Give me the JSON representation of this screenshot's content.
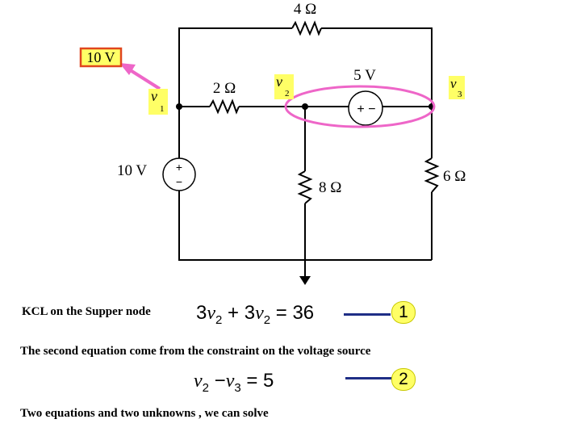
{
  "resistors": {
    "r_top": "4 Ω",
    "r_left": "2 Ω",
    "r_mid": "8 Ω",
    "r_right": "6 Ω"
  },
  "sources": {
    "vs_left": "10 V",
    "vs_middle": "5 V",
    "vs_middle_polarity": "+ −"
  },
  "annotation": {
    "v1_value_box": "10 V"
  },
  "nodes": {
    "v1": {
      "letter": "v",
      "sub": "1"
    },
    "v2": {
      "letter": "v",
      "sub": "2"
    },
    "v3": {
      "letter": "v",
      "sub": "3"
    }
  },
  "text": {
    "kcl_caption": "KCL on the Supper node",
    "constraint_caption": "The second equation come from the constraint on the voltage source",
    "conclusion_caption": "Two equations and two unknowns , we can solve"
  },
  "equation1": {
    "t1_coef": "3",
    "t1_var": "v",
    "t1_sub": "2",
    "op": "+",
    "t2_coef": "3",
    "t2_var": "v",
    "t2_sub": "2",
    "rel": "=",
    "rhs": "36",
    "number": "1"
  },
  "equation2": {
    "t1_var": "v",
    "t1_sub": "2",
    "op": "−",
    "t2_var": "v",
    "t2_sub": "3",
    "rel": "=",
    "rhs": "5",
    "number": "2"
  },
  "colors": {
    "wire": "#000000",
    "highlight_box": "#ffff66",
    "value_box_border": "#e0461e",
    "supernode_ellipse": "#ee66c8",
    "arrow": "#ee66c8",
    "equation_line": "#1f2e86"
  }
}
